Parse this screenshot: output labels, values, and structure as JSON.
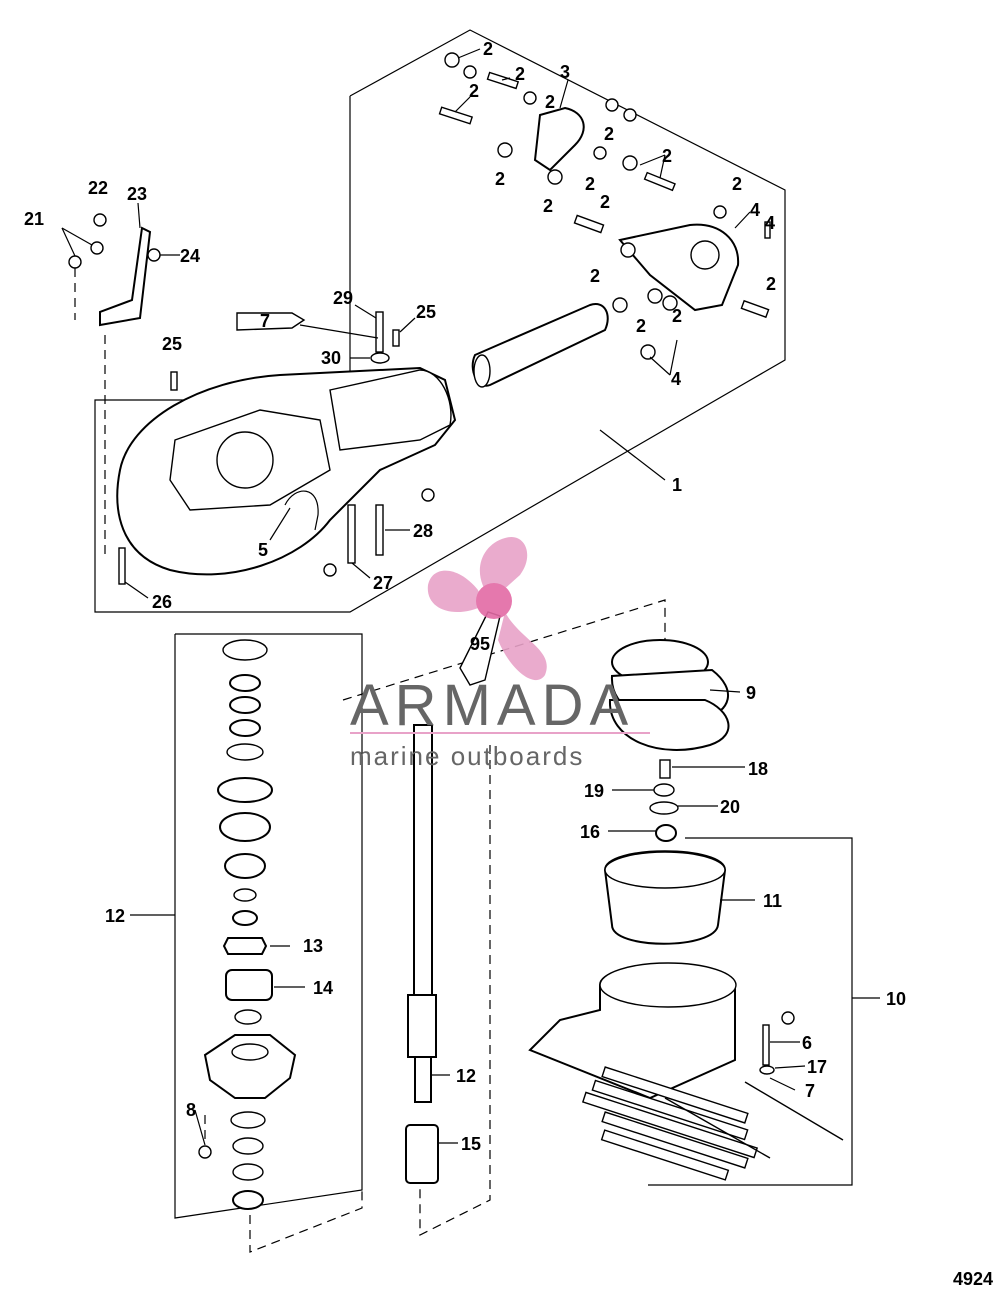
{
  "diagram_id": "4924",
  "callouts": {
    "c1": "1",
    "c2": "2",
    "c3": "3",
    "c4": "4",
    "c5": "5",
    "c6": "6",
    "c7": "7",
    "c8": "8",
    "c9": "9",
    "c10": "10",
    "c11": "11",
    "c12": "12",
    "c13": "13",
    "c14": "14",
    "c15": "15",
    "c16": "16",
    "c17": "17",
    "c18": "18",
    "c19": "19",
    "c20": "20",
    "c21": "21",
    "c22": "22",
    "c23": "23",
    "c24": "24",
    "c25": "25",
    "c26": "26",
    "c27": "27",
    "c28": "28",
    "c29": "29",
    "c30": "30"
  },
  "tube_labels": {
    "lubricant_7": "7",
    "lubricant_95": "95"
  },
  "watermark": {
    "brand": "ARMADA",
    "tagline": "marine outboards",
    "colors": {
      "propeller": "#e8a2c8",
      "hub": "#e36aa5",
      "text": "#666666"
    }
  }
}
